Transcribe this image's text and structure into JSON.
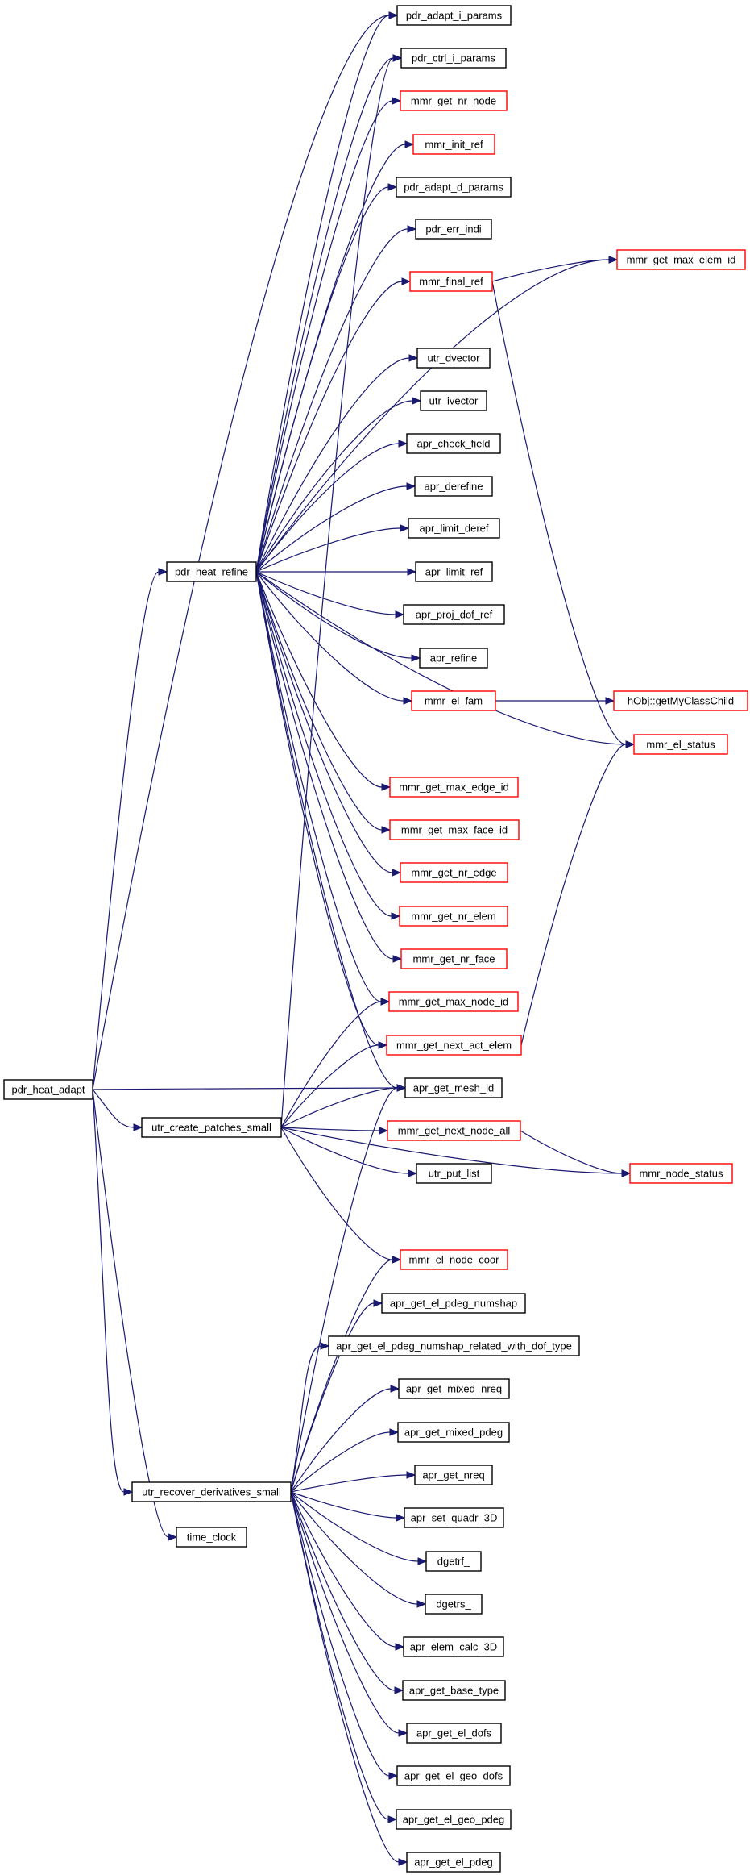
{
  "colors": {
    "edge": "#191970",
    "documented_border": "#000000",
    "undocumented_border": "#ff0000",
    "root_fill": "#bfbfbf"
  },
  "nodes": [
    {
      "id": "pdr_heat_adapt",
      "label": "pdr_heat_adapt",
      "kind": "root"
    },
    {
      "id": "pdr_heat_refine",
      "label": "pdr_heat_refine",
      "kind": "black"
    },
    {
      "id": "utr_create_patches_small",
      "label": "utr_create_patches_small",
      "kind": "black"
    },
    {
      "id": "utr_recover_derivatives_small",
      "label": "utr_recover_derivatives_small",
      "kind": "black"
    },
    {
      "id": "time_clock",
      "label": "time_clock",
      "kind": "black"
    },
    {
      "id": "pdr_adapt_i_params",
      "label": "pdr_adapt_i_params",
      "kind": "black"
    },
    {
      "id": "pdr_ctrl_i_params",
      "label": "pdr_ctrl_i_params",
      "kind": "black"
    },
    {
      "id": "mmr_get_nr_node",
      "label": "mmr_get_nr_node",
      "kind": "red"
    },
    {
      "id": "mmr_init_ref",
      "label": "mmr_init_ref",
      "kind": "red"
    },
    {
      "id": "pdr_adapt_d_params",
      "label": "pdr_adapt_d_params",
      "kind": "black"
    },
    {
      "id": "pdr_err_indi",
      "label": "pdr_err_indi",
      "kind": "black"
    },
    {
      "id": "mmr_final_ref",
      "label": "mmr_final_ref",
      "kind": "red"
    },
    {
      "id": "utr_dvector",
      "label": "utr_dvector",
      "kind": "black"
    },
    {
      "id": "utr_ivector",
      "label": "utr_ivector",
      "kind": "black"
    },
    {
      "id": "apr_check_field",
      "label": "apr_check_field",
      "kind": "black"
    },
    {
      "id": "apr_derefine",
      "label": "apr_derefine",
      "kind": "black"
    },
    {
      "id": "apr_limit_deref",
      "label": "apr_limit_deref",
      "kind": "black"
    },
    {
      "id": "apr_limit_ref",
      "label": "apr_limit_ref",
      "kind": "black"
    },
    {
      "id": "apr_proj_dof_ref",
      "label": "apr_proj_dof_ref",
      "kind": "black"
    },
    {
      "id": "apr_refine",
      "label": "apr_refine",
      "kind": "black"
    },
    {
      "id": "mmr_el_fam",
      "label": "mmr_el_fam",
      "kind": "red"
    },
    {
      "id": "mmr_get_max_edge_id",
      "label": "mmr_get_max_edge_id",
      "kind": "red"
    },
    {
      "id": "mmr_get_max_face_id",
      "label": "mmr_get_max_face_id",
      "kind": "red"
    },
    {
      "id": "mmr_get_nr_edge",
      "label": "mmr_get_nr_edge",
      "kind": "red"
    },
    {
      "id": "mmr_get_nr_elem",
      "label": "mmr_get_nr_elem",
      "kind": "red"
    },
    {
      "id": "mmr_get_nr_face",
      "label": "mmr_get_nr_face",
      "kind": "red"
    },
    {
      "id": "mmr_get_max_node_id",
      "label": "mmr_get_max_node_id",
      "kind": "red"
    },
    {
      "id": "mmr_get_next_act_elem",
      "label": "mmr_get_next_act_elem",
      "kind": "red"
    },
    {
      "id": "apr_get_mesh_id",
      "label": "apr_get_mesh_id",
      "kind": "black"
    },
    {
      "id": "mmr_get_next_node_all",
      "label": "mmr_get_next_node_all",
      "kind": "red"
    },
    {
      "id": "utr_put_list",
      "label": "utr_put_list",
      "kind": "black"
    },
    {
      "id": "mmr_el_node_coor",
      "label": "mmr_el_node_coor",
      "kind": "red"
    },
    {
      "id": "apr_get_el_pdeg_numshap",
      "label": "apr_get_el_pdeg_numshap",
      "kind": "black"
    },
    {
      "id": "apr_get_el_pdeg_numshap_related_with_dof_type",
      "label": "apr_get_el_pdeg_numshap_related_with_dof_type",
      "kind": "black"
    },
    {
      "id": "apr_get_mixed_nreq",
      "label": "apr_get_mixed_nreq",
      "kind": "black"
    },
    {
      "id": "apr_get_mixed_pdeg",
      "label": "apr_get_mixed_pdeg",
      "kind": "black"
    },
    {
      "id": "apr_get_nreq",
      "label": "apr_get_nreq",
      "kind": "black"
    },
    {
      "id": "apr_set_quadr_3D",
      "label": "apr_set_quadr_3D",
      "kind": "black"
    },
    {
      "id": "dgetrf_",
      "label": "dgetrf_",
      "kind": "black"
    },
    {
      "id": "dgetrs_",
      "label": "dgetrs_",
      "kind": "black"
    },
    {
      "id": "apr_elem_calc_3D",
      "label": "apr_elem_calc_3D",
      "kind": "black"
    },
    {
      "id": "apr_get_base_type",
      "label": "apr_get_base_type",
      "kind": "black"
    },
    {
      "id": "apr_get_el_dofs",
      "label": "apr_get_el_dofs",
      "kind": "black"
    },
    {
      "id": "apr_get_el_geo_dofs",
      "label": "apr_get_el_geo_dofs",
      "kind": "black"
    },
    {
      "id": "apr_get_el_geo_pdeg",
      "label": "apr_get_el_geo_pdeg",
      "kind": "black"
    },
    {
      "id": "apr_get_el_pdeg",
      "label": "apr_get_el_pdeg",
      "kind": "black"
    },
    {
      "id": "mmr_get_max_elem_id",
      "label": "mmr_get_max_elem_id",
      "kind": "red"
    },
    {
      "id": "hObj_getMyClassChild",
      "label": "hObj::getMyClassChild",
      "kind": "red"
    },
    {
      "id": "mmr_el_status",
      "label": "mmr_el_status",
      "kind": "red"
    },
    {
      "id": "mmr_node_status",
      "label": "mmr_node_status",
      "kind": "red"
    }
  ],
  "edges": [
    [
      "pdr_heat_adapt",
      "pdr_adapt_i_params"
    ],
    [
      "pdr_heat_adapt",
      "pdr_heat_refine"
    ],
    [
      "pdr_heat_adapt",
      "apr_get_mesh_id"
    ],
    [
      "pdr_heat_adapt",
      "utr_create_patches_small"
    ],
    [
      "pdr_heat_adapt",
      "utr_recover_derivatives_small"
    ],
    [
      "pdr_heat_adapt",
      "time_clock"
    ],
    [
      "pdr_heat_refine",
      "pdr_adapt_i_params"
    ],
    [
      "pdr_heat_refine",
      "pdr_ctrl_i_params"
    ],
    [
      "pdr_heat_refine",
      "mmr_get_nr_node"
    ],
    [
      "pdr_heat_refine",
      "mmr_init_ref"
    ],
    [
      "pdr_heat_refine",
      "pdr_adapt_d_params"
    ],
    [
      "pdr_heat_refine",
      "pdr_err_indi"
    ],
    [
      "pdr_heat_refine",
      "mmr_get_max_elem_id"
    ],
    [
      "pdr_heat_refine",
      "mmr_final_ref"
    ],
    [
      "pdr_heat_refine",
      "utr_dvector"
    ],
    [
      "pdr_heat_refine",
      "utr_ivector"
    ],
    [
      "pdr_heat_refine",
      "apr_check_field"
    ],
    [
      "pdr_heat_refine",
      "apr_derefine"
    ],
    [
      "pdr_heat_refine",
      "apr_limit_deref"
    ],
    [
      "pdr_heat_refine",
      "apr_limit_ref"
    ],
    [
      "pdr_heat_refine",
      "apr_proj_dof_ref"
    ],
    [
      "pdr_heat_refine",
      "apr_refine"
    ],
    [
      "pdr_heat_refine",
      "mmr_el_fam"
    ],
    [
      "pdr_heat_refine",
      "mmr_el_status"
    ],
    [
      "pdr_heat_refine",
      "mmr_get_max_edge_id"
    ],
    [
      "pdr_heat_refine",
      "mmr_get_max_face_id"
    ],
    [
      "pdr_heat_refine",
      "mmr_get_nr_edge"
    ],
    [
      "pdr_heat_refine",
      "mmr_get_nr_elem"
    ],
    [
      "pdr_heat_refine",
      "mmr_get_nr_face"
    ],
    [
      "pdr_heat_refine",
      "mmr_get_max_node_id"
    ],
    [
      "pdr_heat_refine",
      "mmr_get_next_act_elem"
    ],
    [
      "pdr_heat_refine",
      "apr_get_mesh_id"
    ],
    [
      "mmr_final_ref",
      "mmr_get_max_elem_id"
    ],
    [
      "mmr_final_ref",
      "mmr_el_status"
    ],
    [
      "mmr_el_fam",
      "hObj_getMyClassChild"
    ],
    [
      "mmr_get_next_act_elem",
      "mmr_el_status"
    ],
    [
      "utr_create_patches_small",
      "pdr_ctrl_i_params"
    ],
    [
      "utr_create_patches_small",
      "mmr_get_max_node_id"
    ],
    [
      "utr_create_patches_small",
      "mmr_get_next_act_elem"
    ],
    [
      "utr_create_patches_small",
      "apr_get_mesh_id"
    ],
    [
      "utr_create_patches_small",
      "mmr_get_next_node_all"
    ],
    [
      "utr_create_patches_small",
      "utr_put_list"
    ],
    [
      "utr_create_patches_small",
      "mmr_node_status"
    ],
    [
      "utr_create_patches_small",
      "mmr_el_node_coor"
    ],
    [
      "mmr_get_next_node_all",
      "mmr_node_status"
    ],
    [
      "utr_recover_derivatives_small",
      "apr_get_mesh_id"
    ],
    [
      "utr_recover_derivatives_small",
      "mmr_el_node_coor"
    ],
    [
      "utr_recover_derivatives_small",
      "apr_get_el_pdeg_numshap"
    ],
    [
      "utr_recover_derivatives_small",
      "apr_get_el_pdeg_numshap_related_with_dof_type"
    ],
    [
      "utr_recover_derivatives_small",
      "apr_get_mixed_nreq"
    ],
    [
      "utr_recover_derivatives_small",
      "apr_get_mixed_pdeg"
    ],
    [
      "utr_recover_derivatives_small",
      "apr_get_nreq"
    ],
    [
      "utr_recover_derivatives_small",
      "apr_set_quadr_3D"
    ],
    [
      "utr_recover_derivatives_small",
      "dgetrf_"
    ],
    [
      "utr_recover_derivatives_small",
      "dgetrs_"
    ],
    [
      "utr_recover_derivatives_small",
      "apr_elem_calc_3D"
    ],
    [
      "utr_recover_derivatives_small",
      "apr_get_base_type"
    ],
    [
      "utr_recover_derivatives_small",
      "apr_get_el_dofs"
    ],
    [
      "utr_recover_derivatives_small",
      "apr_get_el_geo_dofs"
    ],
    [
      "utr_recover_derivatives_small",
      "apr_get_el_geo_pdeg"
    ],
    [
      "utr_recover_derivatives_small",
      "apr_get_el_pdeg"
    ]
  ]
}
